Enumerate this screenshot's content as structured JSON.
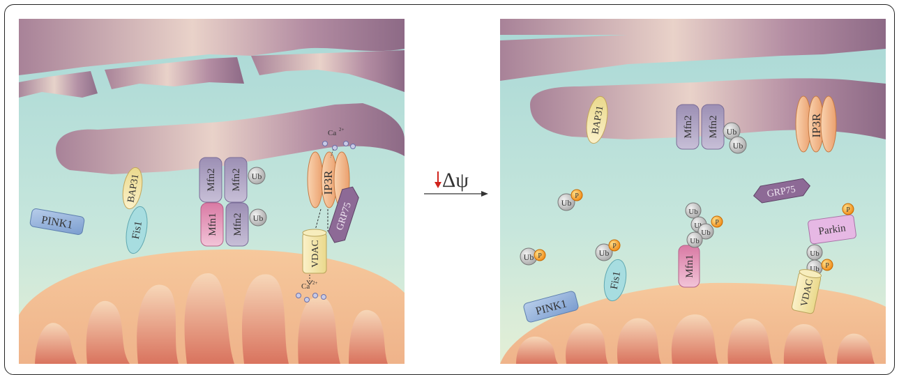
{
  "left_panel": {
    "proteins": {
      "pink1": "PINK1",
      "bap31": "BAP31",
      "fis1": "Fis1",
      "mfn2_top_left": "Mfn2",
      "mfn2_top_right": "Mfn2",
      "mfn1": "Mfn1",
      "mfn2_bottom_right": "Mfn2",
      "ip3r": "IP3R",
      "grp75": "GRP75",
      "vdac": "VDAC"
    },
    "ubiquitin_1": "Ub",
    "ubiquitin_2": "Ub",
    "calcium_top": "Ca",
    "calcium_top_sup": "2+",
    "calcium_bottom": "Ca",
    "calcium_bottom_sup": "2+"
  },
  "transition": {
    "symbol": "Δψ",
    "arrow_color": "#d0231c"
  },
  "right_panel": {
    "proteins": {
      "bap31": "BAP31",
      "mfn2_a": "Mfn2",
      "mfn2_b": "Mfn2",
      "ip3r": "IP3R",
      "grp75": "GRP75",
      "parkin": "Parkin",
      "fis1": "Fis1",
      "mfn1": "Mfn1",
      "vdac": "VDAC",
      "pink1": "PINK1"
    },
    "ubiquitin": "Ub",
    "phospho": "P"
  },
  "colors": {
    "cytosol": "#bfe3dc",
    "er": "#a97f97",
    "mito_outer": "#f2c79a",
    "cristae": "#f0c3a1",
    "ub": "#c8c8c8",
    "phospho": "#f5a623"
  }
}
